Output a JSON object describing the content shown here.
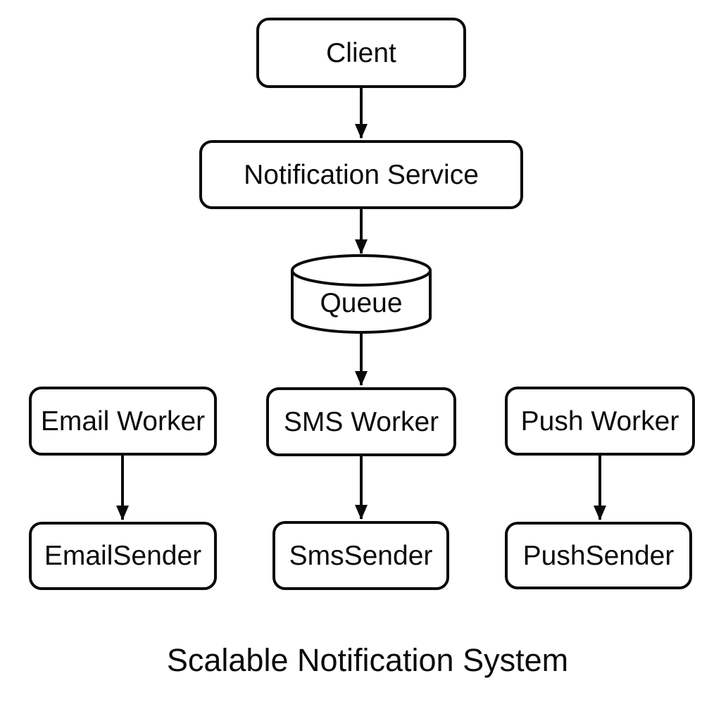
{
  "diagram": {
    "caption": "Scalable Notification System",
    "colors": {
      "background": "#ffffff",
      "stroke": "#0a0a0a",
      "text": "#0a0a0a"
    },
    "nodes": {
      "client": {
        "label": "Client",
        "shape": "rounded-rect"
      },
      "notification_service": {
        "label": "Notification Service",
        "shape": "rounded-rect"
      },
      "queue": {
        "label": "Queue",
        "shape": "cylinder"
      },
      "email_worker": {
        "label": "Email Worker",
        "shape": "rounded-rect"
      },
      "sms_worker": {
        "label": "SMS Worker",
        "shape": "rounded-rect"
      },
      "push_worker": {
        "label": "Push Worker",
        "shape": "rounded-rect"
      },
      "email_sender": {
        "label": "EmailSender",
        "shape": "rounded-rect"
      },
      "sms_sender": {
        "label": "SmsSender",
        "shape": "rounded-rect"
      },
      "push_sender": {
        "label": "PushSender",
        "shape": "rounded-rect"
      }
    },
    "edges": [
      {
        "from": "Client",
        "to": "Notification Service"
      },
      {
        "from": "Notification Service",
        "to": "Queue"
      },
      {
        "from": "Queue",
        "to": "SMS Worker"
      },
      {
        "from": "Email Worker",
        "to": "EmailSender"
      },
      {
        "from": "SMS Worker",
        "to": "SmsSender"
      },
      {
        "from": "Push Worker",
        "to": "PushSender"
      }
    ]
  }
}
